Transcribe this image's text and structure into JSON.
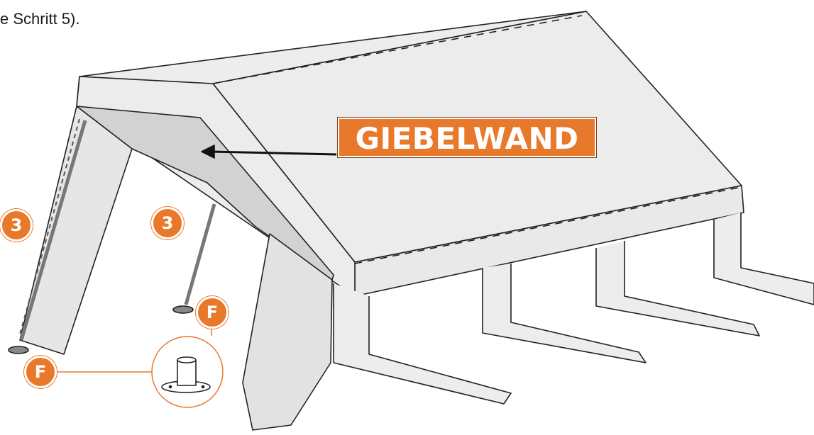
{
  "header": {
    "text": "e Schritt 5)."
  },
  "label": {
    "giebelwand": "GIEBELWAND"
  },
  "badges": {
    "pole_left": "3",
    "pole_right": "3",
    "foot_left": "F",
    "foot_right": "F"
  },
  "colors": {
    "accent": "#e8782a",
    "panel_light": "#ececec",
    "panel_shade": "#d2d2d2",
    "outline": "#222222",
    "pole": "#777777"
  }
}
